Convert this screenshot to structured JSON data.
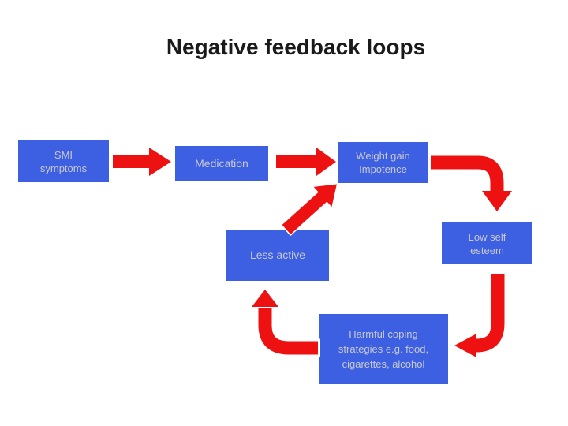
{
  "slide": {
    "title": "Negative feedback loops"
  },
  "colors": {
    "background": "#ffffff",
    "title_text": "#1a1a1a",
    "box_fill": "#3d5fe1",
    "box_text": "#c7c9d1",
    "arrow": "#ee1111"
  },
  "boxes": {
    "smi": {
      "label": "SMI\nsymptoms"
    },
    "medication": {
      "label": "Medication"
    },
    "weight_gain": {
      "label": "Weight gain\nImpotence"
    },
    "low_self_esteem": {
      "label": "Low self\nesteem"
    },
    "less_active": {
      "label": "Less active"
    },
    "harmful_coping": {
      "label": "Harmful coping\nstrategies e.g. food,\ncigarettes, alcohol"
    }
  },
  "arrows": [
    {
      "from": "SMI symptoms",
      "to": "Medication",
      "shape": "straight-right"
    },
    {
      "from": "Medication",
      "to": "Weight gain Impotence",
      "shape": "straight-right"
    },
    {
      "from": "Less active",
      "to": "Weight gain Impotence",
      "shape": "diagonal-up-right"
    },
    {
      "from": "Weight gain Impotence",
      "to": "Low self esteem",
      "shape": "elbow-right-then-down"
    },
    {
      "from": "Low self esteem",
      "to": "Harmful coping strategies",
      "shape": "elbow-down-then-left"
    },
    {
      "from": "Harmful coping strategies",
      "to": "Less active",
      "shape": "elbow-left-then-up"
    }
  ]
}
